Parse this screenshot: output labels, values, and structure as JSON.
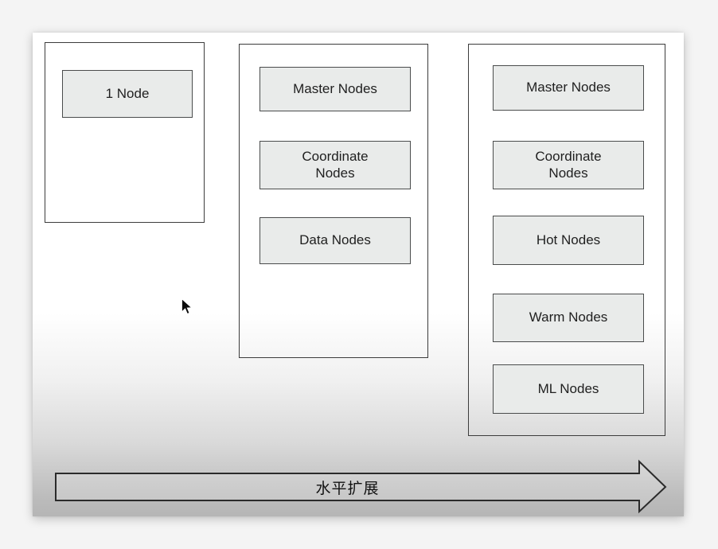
{
  "slide": {
    "groups": [
      {
        "id": "single-node-cluster",
        "nodes": [
          "1 Node"
        ]
      },
      {
        "id": "three-role-cluster",
        "nodes": [
          "Master Nodes",
          "Coordinate Nodes",
          "Data Nodes"
        ]
      },
      {
        "id": "five-role-cluster",
        "nodes": [
          "Master Nodes",
          "Coordinate Nodes",
          "Hot Nodes",
          "Warm Nodes",
          "ML Nodes"
        ]
      }
    ],
    "arrow": {
      "label": "水平扩展",
      "direction": "right"
    },
    "colors": {
      "page_background": "#f4f4f4",
      "slide_top": "#ffffff",
      "slide_fade_bottom": "#b5b5b5",
      "node_fill": "#e9ebea",
      "node_border": "#4a4c4c",
      "group_border": "#3c3c3c",
      "text": "#1f1f1f",
      "arrow_outline": "#2b2b2b"
    }
  }
}
